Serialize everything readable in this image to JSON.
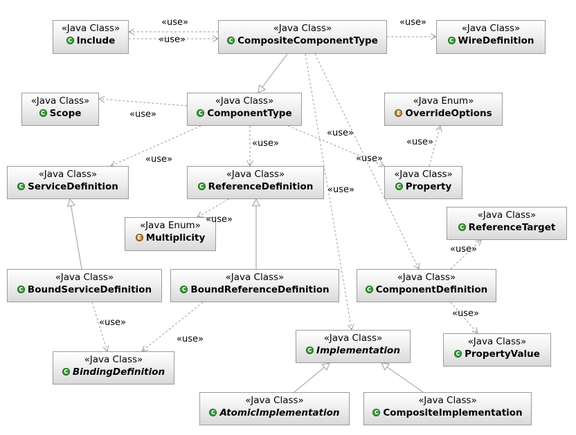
{
  "nodes": [
    {
      "id": "include",
      "stereotype": "«Java Class»",
      "name": "Include",
      "kind": "class",
      "icon": "class-icon"
    },
    {
      "id": "composite-component-type",
      "stereotype": "«Java Class»",
      "name": "CompositeComponentType",
      "kind": "class",
      "icon": "class-icon"
    },
    {
      "id": "wire-definition",
      "stereotype": "«Java Class»",
      "name": "WireDefinition",
      "kind": "class",
      "icon": "class-icon"
    },
    {
      "id": "scope",
      "stereotype": "«Java Class»",
      "name": "Scope",
      "kind": "class",
      "icon": "class-icon"
    },
    {
      "id": "component-type",
      "stereotype": "«Java Class»",
      "name": "ComponentType",
      "kind": "class",
      "icon": "class-icon"
    },
    {
      "id": "override-options",
      "stereotype": "«Java Enum»",
      "name": "OverrideOptions",
      "kind": "enum",
      "icon": "enum-icon"
    },
    {
      "id": "service-definition",
      "stereotype": "«Java Class»",
      "name": "ServiceDefinition",
      "kind": "class",
      "icon": "class-icon"
    },
    {
      "id": "reference-definition",
      "stereotype": "«Java Class»",
      "name": "ReferenceDefinition",
      "kind": "class",
      "icon": "class-icon"
    },
    {
      "id": "property",
      "stereotype": "«Java Class»",
      "name": "Property",
      "kind": "class",
      "icon": "class-icon"
    },
    {
      "id": "multiplicity",
      "stereotype": "«Java Enum»",
      "name": "Multiplicity",
      "kind": "enum",
      "icon": "enum-icon"
    },
    {
      "id": "reference-target",
      "stereotype": "«Java Class»",
      "name": "ReferenceTarget",
      "kind": "class",
      "icon": "class-icon"
    },
    {
      "id": "bound-service-definition",
      "stereotype": "«Java Class»",
      "name": "BoundServiceDefinition",
      "kind": "class",
      "icon": "class-icon"
    },
    {
      "id": "bound-reference-definition",
      "stereotype": "«Java Class»",
      "name": "BoundReferenceDefinition",
      "kind": "class",
      "icon": "class-icon"
    },
    {
      "id": "component-definition",
      "stereotype": "«Java Class»",
      "name": "ComponentDefinition",
      "kind": "class",
      "icon": "class-icon"
    },
    {
      "id": "implementation",
      "stereotype": "«Java Class»",
      "name": "Implementation",
      "kind": "class",
      "icon": "class-icon",
      "abstract": true
    },
    {
      "id": "property-value",
      "stereotype": "«Java Class»",
      "name": "PropertyValue",
      "kind": "class",
      "icon": "class-icon"
    },
    {
      "id": "binding-definition",
      "stereotype": "«Java Class»",
      "name": "BindingDefinition",
      "kind": "class",
      "icon": "class-icon",
      "abstract": true
    },
    {
      "id": "atomic-implementation",
      "stereotype": "«Java Class»",
      "name": "AtomicImplementation",
      "kind": "class",
      "icon": "class-icon",
      "abstract": true
    },
    {
      "id": "composite-implementation",
      "stereotype": "«Java Class»",
      "name": "CompositeImplementation",
      "kind": "class",
      "icon": "class-icon"
    }
  ],
  "relations": [
    {
      "from": "include",
      "to": "composite-component-type",
      "type": "use",
      "label": "«use»"
    },
    {
      "from": "composite-component-type",
      "to": "include",
      "type": "use",
      "label": "«use»"
    },
    {
      "from": "composite-component-type",
      "to": "wire-definition",
      "type": "use",
      "label": "«use»"
    },
    {
      "from": "composite-component-type",
      "to": "component-type",
      "type": "extends"
    },
    {
      "from": "composite-component-type",
      "to": "component-definition",
      "type": "use",
      "label": "«use»"
    },
    {
      "from": "composite-component-type",
      "to": "implementation",
      "type": "use",
      "label": "«use»"
    },
    {
      "from": "component-type",
      "to": "scope",
      "type": "use",
      "label": "«use»"
    },
    {
      "from": "component-type",
      "to": "service-definition",
      "type": "use",
      "label": "«use»"
    },
    {
      "from": "component-type",
      "to": "reference-definition",
      "type": "use",
      "label": "«use»"
    },
    {
      "from": "component-type",
      "to": "property",
      "type": "use",
      "label": "«use»"
    },
    {
      "from": "property",
      "to": "override-options",
      "type": "use",
      "label": "«use»"
    },
    {
      "from": "reference-definition",
      "to": "multiplicity",
      "type": "use",
      "label": "«use»"
    },
    {
      "from": "bound-service-definition",
      "to": "service-definition",
      "type": "extends"
    },
    {
      "from": "bound-reference-definition",
      "to": "reference-definition",
      "type": "extends"
    },
    {
      "from": "bound-service-definition",
      "to": "binding-definition",
      "type": "use",
      "label": "«use»"
    },
    {
      "from": "bound-reference-definition",
      "to": "binding-definition",
      "type": "use",
      "label": "«use»"
    },
    {
      "from": "component-definition",
      "to": "reference-target",
      "type": "use",
      "label": "«use»"
    },
    {
      "from": "component-definition",
      "to": "property-value",
      "type": "use",
      "label": "«use»"
    },
    {
      "from": "atomic-implementation",
      "to": "implementation",
      "type": "extends"
    },
    {
      "from": "composite-implementation",
      "to": "implementation",
      "type": "extends"
    }
  ],
  "colors": {
    "class_icon": "#3a9a3a",
    "enum_icon": "#b8862b",
    "border": "#9a9a9a",
    "line": "#9a9a9a"
  }
}
